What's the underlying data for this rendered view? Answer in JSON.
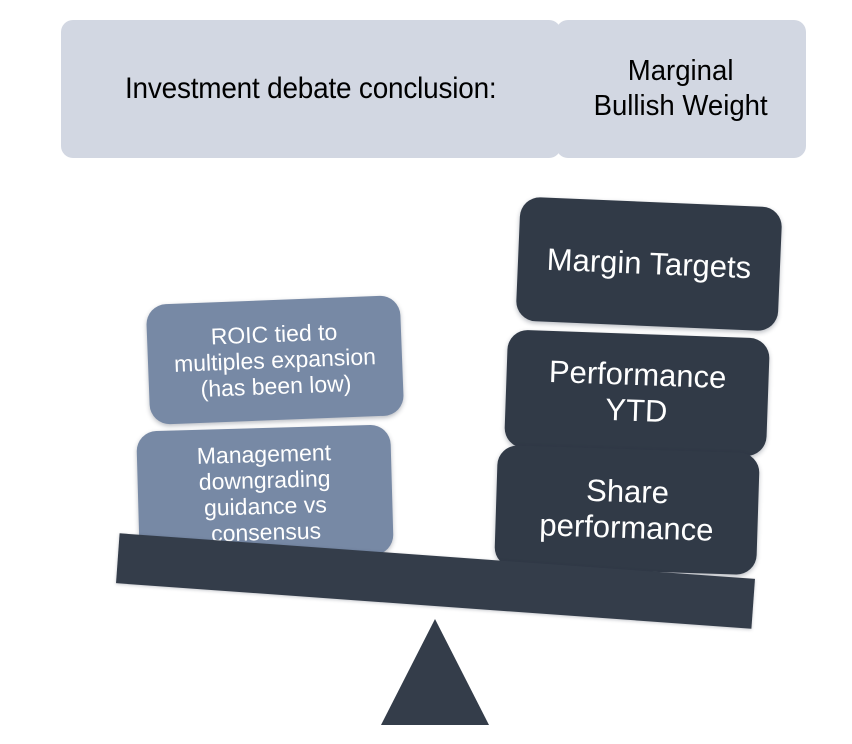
{
  "header": {
    "label": "Investment debate conclusion:",
    "verdict": "Marginal\nBullish Weight"
  },
  "balance": {
    "tilt_direction": "right",
    "heavier_side": "bullish",
    "beam_color": "#343d4a",
    "fulcrum_color": "#343d4a"
  },
  "bearish": {
    "side": "left",
    "color": "#7789a5",
    "items": [
      {
        "text": "ROIC tied to\nmultiples expansion\n(has been low)"
      },
      {
        "text": "Management\ndowngrading\nguidance vs\nconsensus"
      }
    ]
  },
  "bullish": {
    "side": "right",
    "color": "#313a47",
    "items": [
      {
        "text": "Margin Targets"
      },
      {
        "text": "Performance\nYTD"
      },
      {
        "text": "Share\nperformance"
      }
    ]
  },
  "colors": {
    "header_fill": "#d2d7e2",
    "header_text": "#000000",
    "bearish_fill": "#7789a5",
    "bullish_fill": "#313a47",
    "card_text": "#ffffff",
    "background": "#ffffff"
  }
}
